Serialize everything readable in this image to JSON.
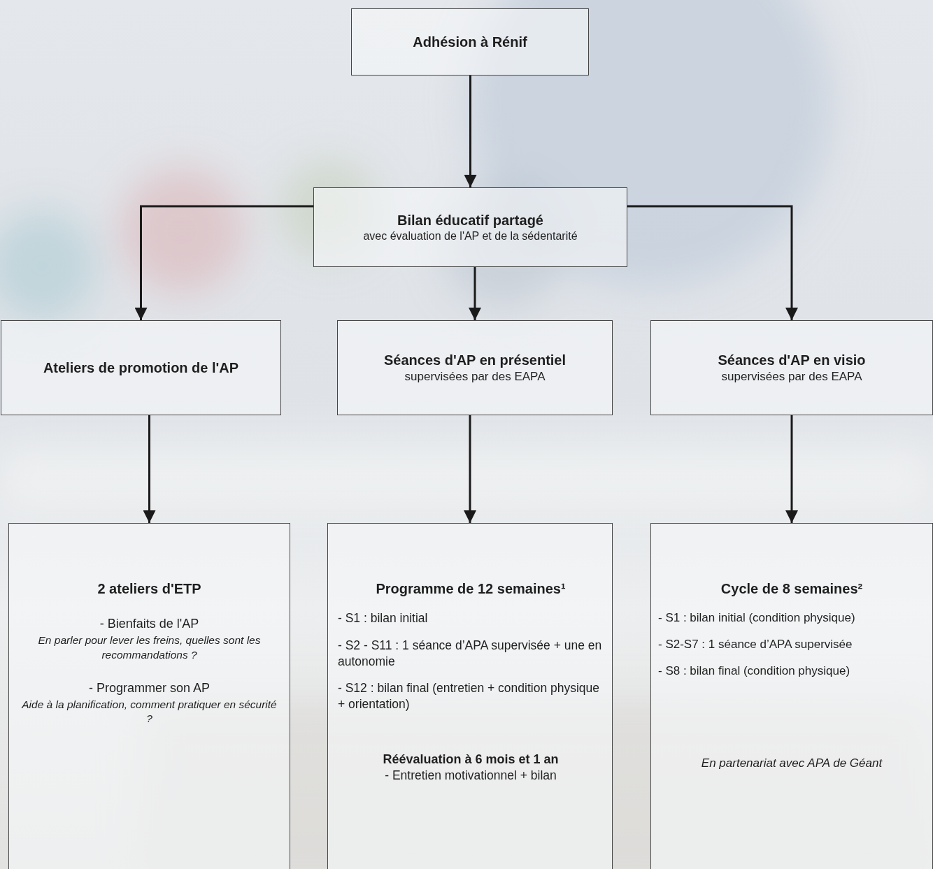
{
  "diagram": {
    "nodes": [
      {
        "text": [
          "Adhésion à Rénif"
        ]
      },
      {
        "text": [
          "Bilan éducatif partagé",
          "avec évaluation de l'AP et de la sédentarité"
        ]
      },
      {
        "text": [
          "Ateliers de promotion de l'AP"
        ]
      },
      {
        "text": [
          "Séances d'AP en présentiel",
          "supervisées par des EAPA"
        ]
      },
      {
        "text": [
          "Séances d'AP en visio",
          "supervisées par des EAPA"
        ]
      },
      {
        "text": [
          "2 ateliers d'ETP",
          "- Bienfaits de l'AP",
          "En parler pour lever les freins, quelles sont les recommandations ?",
          "- Programmer son AP",
          "Aide à la planification, comment pratiquer en sécurité ?"
        ]
      },
      {
        "text": [
          "Programme de 12 semaines¹",
          "- S1 : bilan initial",
          "- S2 - S11 : 1 séance d’APA supervisée + une en autonomie",
          "- S12 : bilan final (entretien + condition physique + orientation)",
          "Réévaluation à 6 mois et 1 an",
          "- Entretien motivationnel + bilan"
        ]
      },
      {
        "text": [
          "Cycle de 8 semaines²",
          "- S1 : bilan initial (condition physique)",
          "- S2-S7 : 1 séance d’APA supervisée",
          "- S8 : bilan final (condition physique)",
          "En partenariat avec APA de Géant"
        ]
      }
    ],
    "edges": [
      {
        "from": 0,
        "to": 1,
        "arrow": "to"
      },
      {
        "from": 1,
        "to": 2,
        "arrow": "to"
      },
      {
        "from": 1,
        "to": 3,
        "arrow": "to"
      },
      {
        "from": 1,
        "to": 4,
        "arrow": "to"
      },
      {
        "from": 2,
        "to": 5,
        "arrow": "to"
      },
      {
        "from": 3,
        "to": 6,
        "arrow": "to"
      },
      {
        "from": 4,
        "to": 7,
        "arrow": "to"
      }
    ]
  }
}
